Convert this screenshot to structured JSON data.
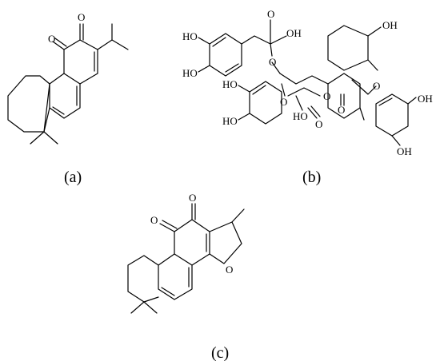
{
  "figure": {
    "panel_a": {
      "caption": "(a)",
      "oxygen_1": "O",
      "oxygen_2": "O"
    },
    "panel_b": {
      "caption": "(b)",
      "oh_top_acid": "OH",
      "o_carbonyl_top_acid": "O",
      "ho_catechol_left_1": "HO",
      "ho_catechol_left_2": "HO",
      "o_ester_1": "O",
      "o_carbonyl_1": "O",
      "oh_benzofuran": "OH",
      "o_furan": "O",
      "o_ester_2": "O",
      "o_carbonyl_2": "O",
      "ho_catechol_mid_1": "HO",
      "ho_catechol_mid_2": "HO",
      "ho_acid_bottom": "HO",
      "o_carbonyl_acid_bottom": "O",
      "oh_catechol_right_1": "OH",
      "oh_catechol_right_2": "OH"
    },
    "panel_c": {
      "caption": "(c)",
      "oxygen_1": "O",
      "oxygen_2": "O",
      "oxygen_ring": "O"
    }
  }
}
